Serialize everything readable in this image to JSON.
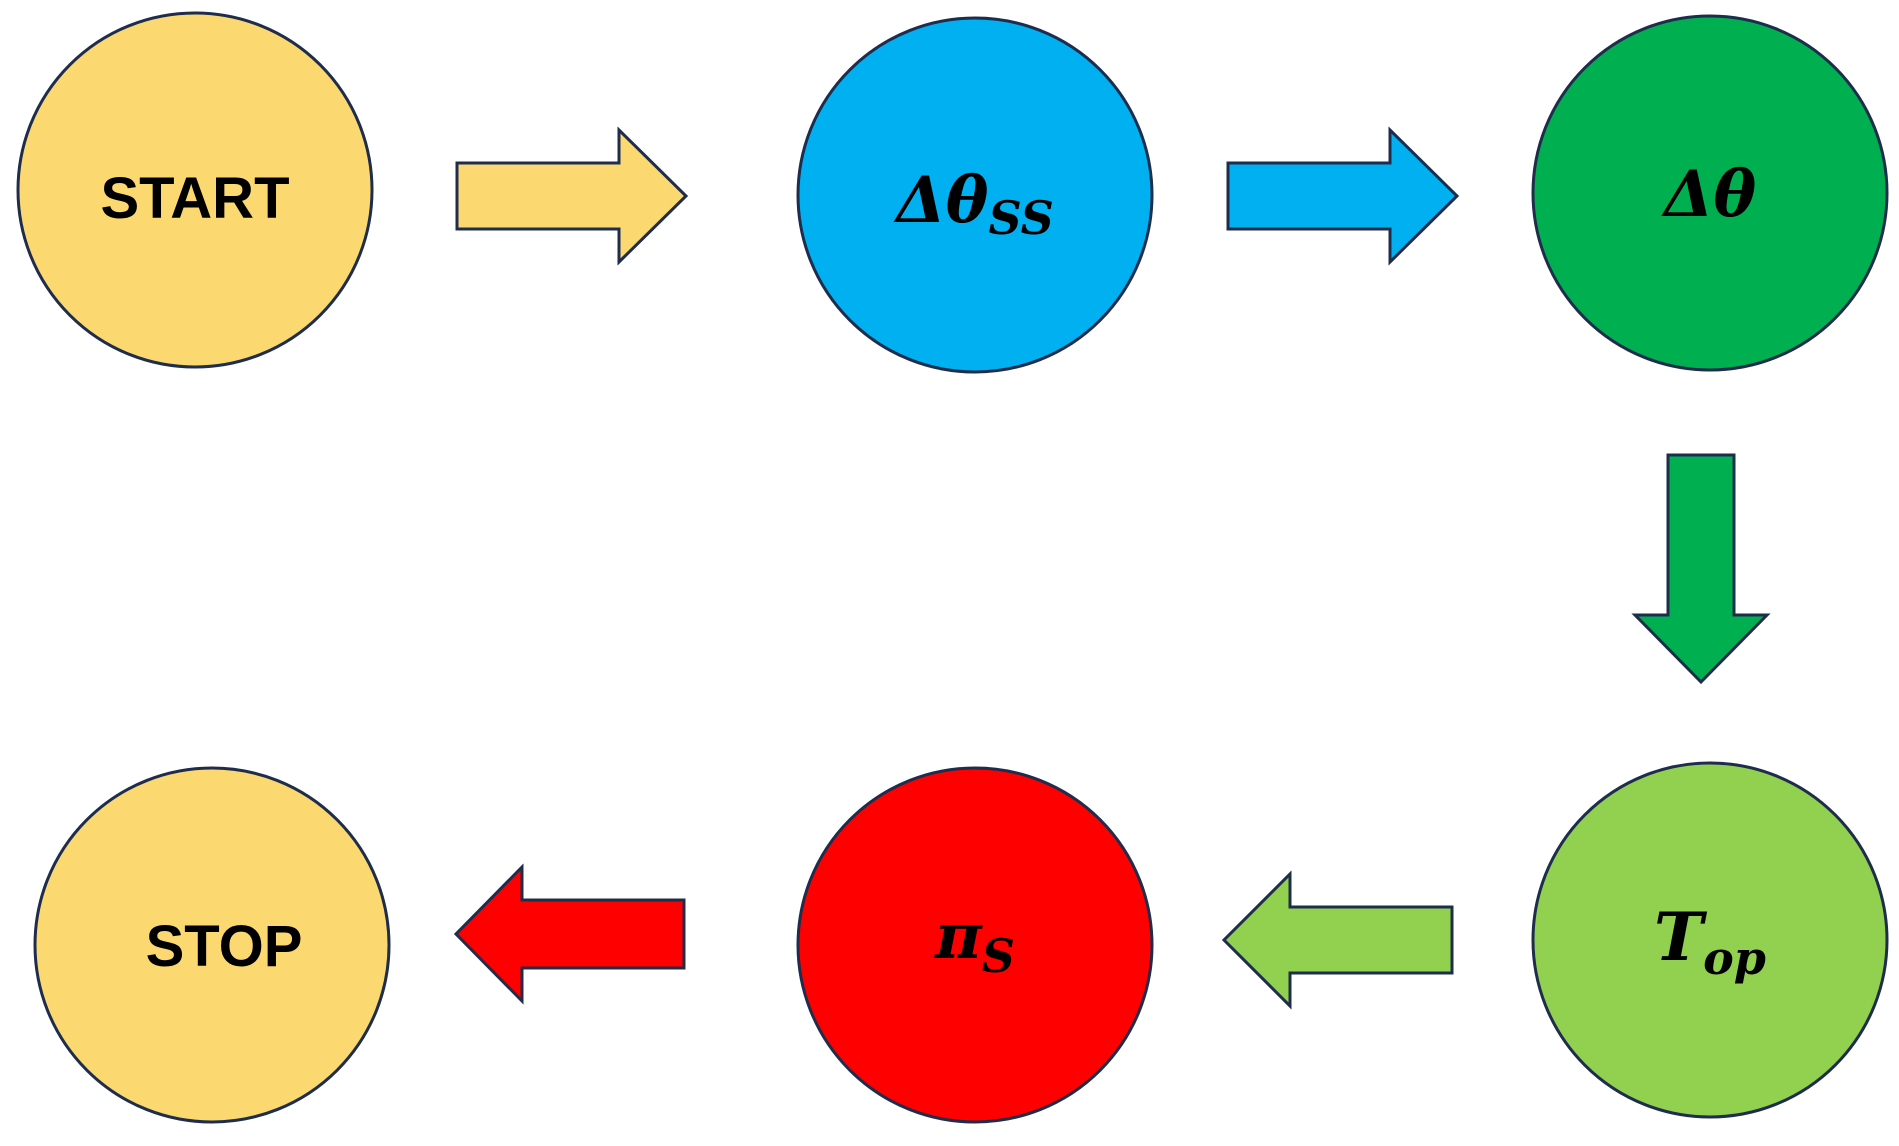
{
  "nodes": {
    "start": {
      "label": "START",
      "color": "#FCD970"
    },
    "delta_theta_ss": {
      "symbol": "Δθ",
      "subscript": "SS",
      "color": "#00B0F0"
    },
    "delta_theta": {
      "symbol": "Δθ",
      "color": "#00B050"
    },
    "t_op": {
      "symbol": "T",
      "subscript": "op",
      "color": "#92D050"
    },
    "pi_s": {
      "symbol": "π",
      "subscript": "S",
      "color": "#FF0000"
    },
    "stop": {
      "label": "STOP",
      "color": "#FCD970"
    }
  },
  "outline_color": "#1F2D4D"
}
